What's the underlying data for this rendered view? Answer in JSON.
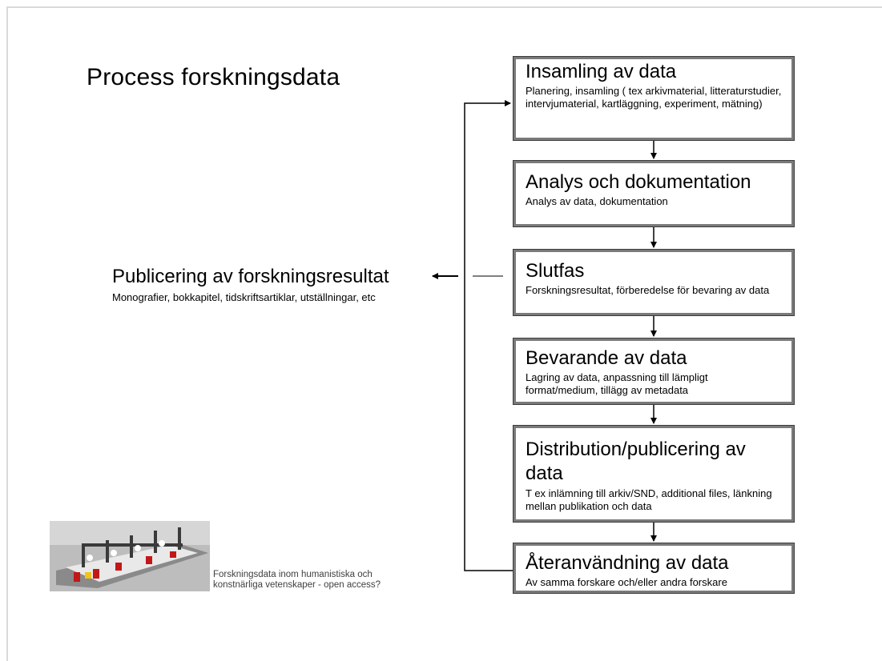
{
  "title": "Process forskningsdata",
  "steps": [
    {
      "heading": "Insamling av data",
      "desc": "Planering, insamling ( tex arkivmaterial, litteraturstudier, intervjumaterial, kartläggning, experiment, mätning)"
    },
    {
      "heading": "Analys och dokumentation",
      "desc": "Analys av data, dokumentation"
    },
    {
      "heading": "Slutfas",
      "desc": "Forskningsresultat, förberedelse för bevaring av data"
    },
    {
      "heading": "Bevarande av data",
      "desc": "Lagring av data, anpassning till lämpligt format/medium, tillägg av metadata"
    },
    {
      "heading": "Distribution/publicering av data",
      "desc": "T ex inlämning till arkiv/SND, additional files, länkning mellan publikation och data"
    },
    {
      "heading": "Återanvändning av data",
      "desc": "Av samma forskare och/eller andra forskare"
    }
  ],
  "publication": {
    "heading": "Publicering av forskningsresultat",
    "desc": "Monografier, bokkapitel, tidskriftsartiklar, utställningar, etc"
  },
  "thumbnail_caption": "Forskningsdata inom humanistiska och konstnärliga vetenskaper - open access?"
}
